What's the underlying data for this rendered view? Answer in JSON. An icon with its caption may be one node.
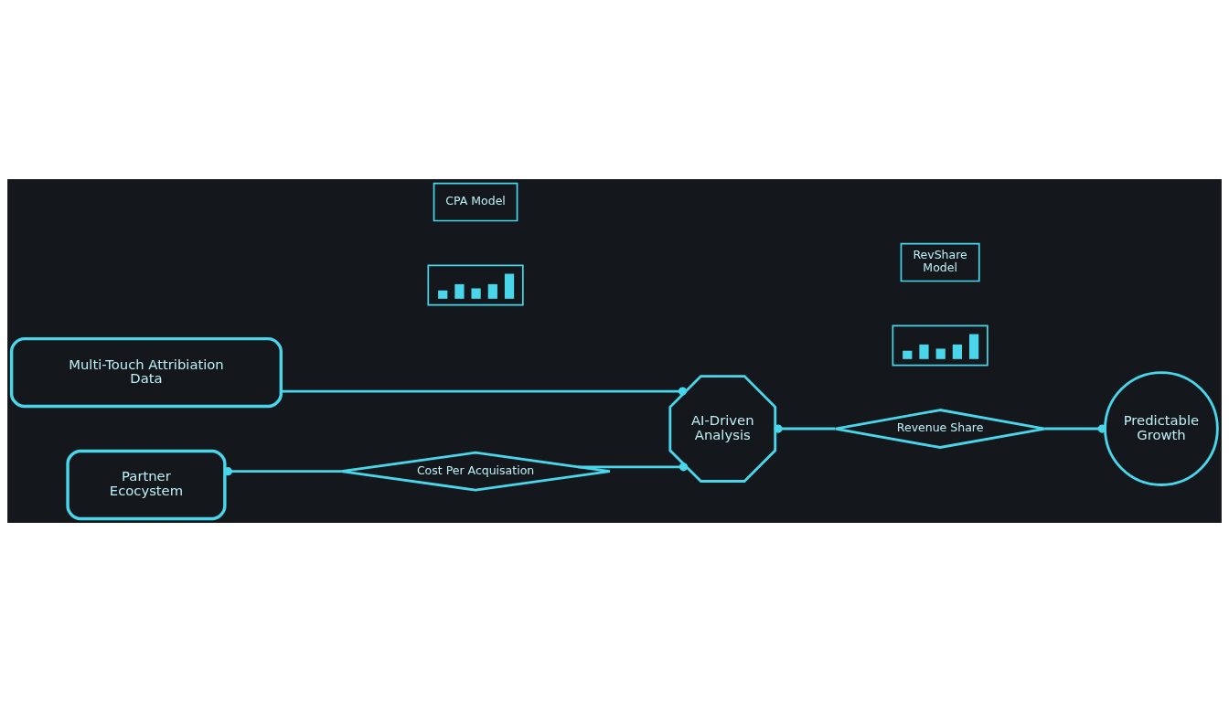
{
  "diagram": {
    "nodes": [
      {
        "text": [
          "Multi-Touch Attribiation Data"
        ]
      },
      {
        "text": [
          "Partner Ecocystem"
        ]
      },
      {
        "text": [
          "CPA Model"
        ]
      },
      {
        "text": [],
        "shape": "picture"
      },
      {
        "text": [
          "Cost Per Acquisation"
        ]
      },
      {
        "text": [
          "AI-Driven Analysis"
        ]
      },
      {
        "text": [
          "RevShare Model"
        ]
      },
      {
        "text": [],
        "shape": "picture"
      },
      {
        "text": [
          "Revenue Share"
        ]
      },
      {
        "text": [
          "Predictable Growth"
        ]
      }
    ],
    "edges": [
      {
        "from": 0,
        "to": 5,
        "arrow": "other"
      },
      {
        "from": 1,
        "to": 4,
        "arrow": "other"
      },
      {
        "from": 4,
        "to": 5,
        "arrow": "other"
      },
      {
        "from": 5,
        "to": 8,
        "arrow": "other"
      },
      {
        "from": 8,
        "to": 9,
        "arrow": "other"
      }
    ]
  }
}
